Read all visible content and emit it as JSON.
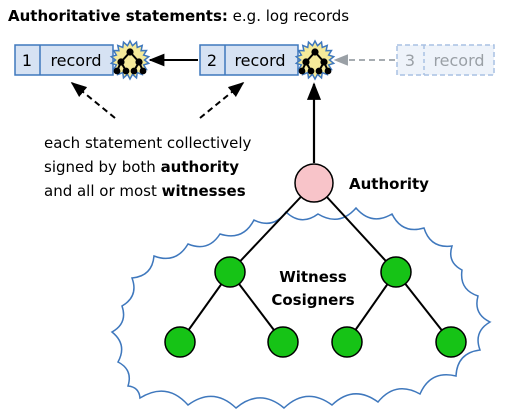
{
  "header": {
    "bold_label": "Authoritative statements:",
    "rest_label": " e.g. log records"
  },
  "records": [
    {
      "number": "1",
      "label": "record",
      "faded": false
    },
    {
      "number": "2",
      "label": "record",
      "faded": false
    },
    {
      "number": "3",
      "label": "record",
      "faded": true
    }
  ],
  "explanation": {
    "line1": "each statement collectively",
    "line2_pre": "signed by both ",
    "line2_bold": "authority",
    "line3_pre": "and all or most ",
    "line3_bold": "witnesses"
  },
  "authority": {
    "label": "Authority"
  },
  "cloud": {
    "line1": "Witness",
    "line2": "Cosigners"
  },
  "colors": {
    "record_fill": "#d6e2f3",
    "record_stroke": "#3f78bd",
    "faded_fill": "#eef3fa",
    "faded_stroke": "#a9c1e3",
    "seal_fill": "#f5ea9a",
    "seal_stroke": "#3f78bd",
    "authority_fill": "#f8c4c9",
    "witness_fill": "#16c316",
    "cloud_stroke": "#3f78bd",
    "arrow": "#000000",
    "faded_arrow": "#9aa0a6"
  },
  "icons": {
    "seal": "signature-seal-icon",
    "tree_inside_seal": "tree-icon"
  }
}
